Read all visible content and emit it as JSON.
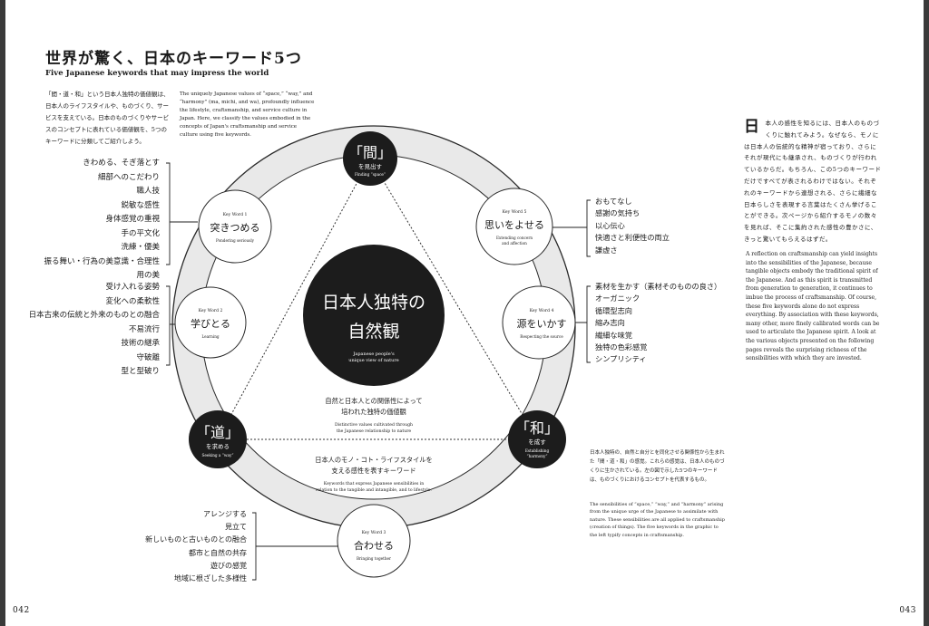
{
  "page": {
    "title": "世界が驚く、日本のキーワード5つ",
    "subtitle": "Five Japanese keywords that may impress the world",
    "intro_jp": "「間・道・和」という日本人独特の価値観は、日本人のライフスタイルや、ものづくり、サービスを支えている。日本のものづくりやサービスのコンセプトに表れている価値観を、5つのキーワードに分類してご紹介しよう。",
    "intro_en": "The uniquely Japanese values of “space,” “way,” and “harmony” (ma, michi, and wa), profoundly influence the lifestyle, craftsmanship, and service culture in Japan. Here, we classify the values embodied in the concepts of Japan's craftsmanship and service culture using five keywords.",
    "page_left": "042",
    "page_right": "043"
  },
  "center": {
    "line1": "日本人独特の",
    "line2": "自然観",
    "en1": "Japanese people's",
    "en2": "unique view of nature"
  },
  "triangle_inner": {
    "jp1": "自然と日本人との関係性によって",
    "jp2": "培われた独特の価値観",
    "en1": "Distinctive values cultivated through",
    "en2": "the Japanese relationship to nature"
  },
  "triangle_bottom": {
    "jp1": "日本人のモノ・コト・ライフスタイルを",
    "jp2": "支える感性を表すキーワード",
    "en1": "Keywords that express Japanese sensibilities in",
    "en2": "relation to the tangible and intangible, and to lifestyle."
  },
  "concepts": {
    "ma": {
      "kanji": "「間」",
      "jp": "を見出す",
      "en": "Finding “space”"
    },
    "michi": {
      "kanji": "「道」",
      "jp": "を求める",
      "en": "Seeking a “way”"
    },
    "wa": {
      "kanji": "「和」",
      "jp": "を成す",
      "en1": "Establishing",
      "en2": "“harmony”"
    }
  },
  "keywords": {
    "kw1": {
      "label": "Key Word 1",
      "jp": "突きつめる",
      "en": "Pondering seriously"
    },
    "kw2": {
      "label": "Key Word 2",
      "jp": "学びとる",
      "en": "Learning"
    },
    "kw3": {
      "label": "Key Word 3",
      "jp": "合わせる",
      "en": "Bringing together"
    },
    "kw4": {
      "label": "Key Word 4",
      "jp": "源をいかす",
      "en": "Respecting the source"
    },
    "kw5": {
      "label": "Key Word 5",
      "jp": "思いをよせる",
      "en1": "Extending concern",
      "en2": "and affection"
    }
  },
  "lists": {
    "kw1": [
      "きわめる、そぎ落とす",
      "細部へのこだわり",
      "職人技",
      "鋭敏な感性",
      "身体感覚の重視",
      "手の平文化",
      "洗練・優美",
      "振る舞い・行為の美意識・合理性",
      "用の美"
    ],
    "kw2": [
      "受け入れる姿勢",
      "変化への柔軟性",
      "日本古来の伝統と外来のものとの融合",
      "不易流行",
      "技術の継承",
      "守破離",
      "型と型破り"
    ],
    "kw3": [
      "アレンジする",
      "見立て",
      "新しいものと古いものとの融合",
      "都市と自然の共存",
      "遊びの感覚",
      "地域に根ざした多様性"
    ],
    "kw4": [
      "素材を生かす（素材そのものの良さ）",
      "オーガニック",
      "循環型志向",
      "縮み志向",
      "繊細な味覚",
      "独特の色彩感覚",
      "シンプリシティ"
    ],
    "kw5": [
      "おもてなし",
      "感謝の気持ち",
      "以心伝心",
      "快適さと利便性の両立",
      "謙虚さ"
    ]
  },
  "right_page": {
    "dropcap": "日",
    "lead_jp": "本人の感性を知るには、日本人のものづくりに触れてみよう。なぜなら、モノには日本人の伝統的な精神が宿っており、さらにそれが現代にも継承され、ものづくりが行われているからだ。もちろん、この5つのキーワードだけですべてが表されるわけではない。それぞれのキーワードから連想される、さらに繊細な日本らしさを表現する言葉はたくさん挙げることができる。次ページから紹介するモノの数々を見れば、そこに集約された感性の豊かさに、きっと驚いてもらえるはずだ。",
    "lead_en": "A reflection on craftsmanship can yield insights into the sensibilities of the Japanese, because tangible objects embody the traditional spirit of the Japanese. And as this spirit is transmitted from generation to generation, it continues to imbue the process of craftsmanship. Of course, these five keywords alone do not express everything. By association with these keywords, many other, more finely calibrated words can be used to articulate the Japanese spirit. A look at the various objects presented on the following pages reveals the surprising richness of the sensibilities with which they are invested.",
    "note_jp": "日本人独特の、自然と自分とを同化させる関係性から生まれた「間・道・和」の感覚。これらの感覚は、日本人のものづくりに生かされている。左の図で示した5つのキーワードは、ものづくりにおけるコンセプトを代表するもの。",
    "note_en": "The sensibilities of “space,” “way,” and “harmony” arising from the unique urge of the Japanese to assimilate with nature. These sensibilities are all applied to craftsmanship (creation of things). The five keywords in the graphic to the left typify concepts in craftsmanship."
  }
}
